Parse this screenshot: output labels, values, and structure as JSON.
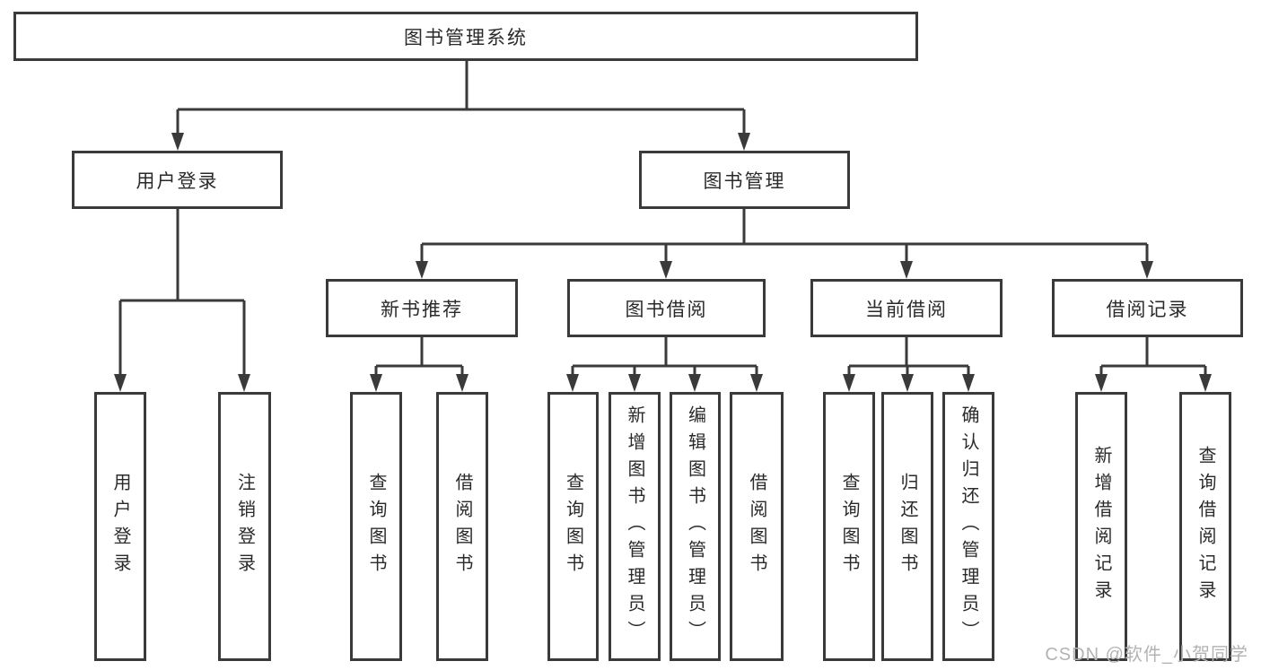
{
  "diagram": {
    "root": "图书管理系统",
    "user_login": {
      "label": "用户登录",
      "children": [
        "用户登录",
        "注销登录"
      ]
    },
    "book_management": {
      "label": "图书管理",
      "sections": [
        {
          "label": "新书推荐",
          "children": [
            "查询图书",
            "借阅图书"
          ]
        },
        {
          "label": "图书借阅",
          "children": [
            "查询图书",
            "新增图书（管理员）",
            "编辑图书（管理员）",
            "借阅图书"
          ]
        },
        {
          "label": "当前借阅",
          "children": [
            "查询图书",
            "归还图书",
            "确认归还（管理员）"
          ]
        },
        {
          "label": "借阅记录",
          "children": [
            "新增借阅记录",
            "查询借阅记录"
          ]
        }
      ]
    }
  },
  "watermark": "CSDN @软件_小贺同学",
  "colors": {
    "line": "#3a3a3a",
    "text": "#2a2a2a",
    "box_background": "#ffffff",
    "watermark": "#b3b3b3"
  }
}
